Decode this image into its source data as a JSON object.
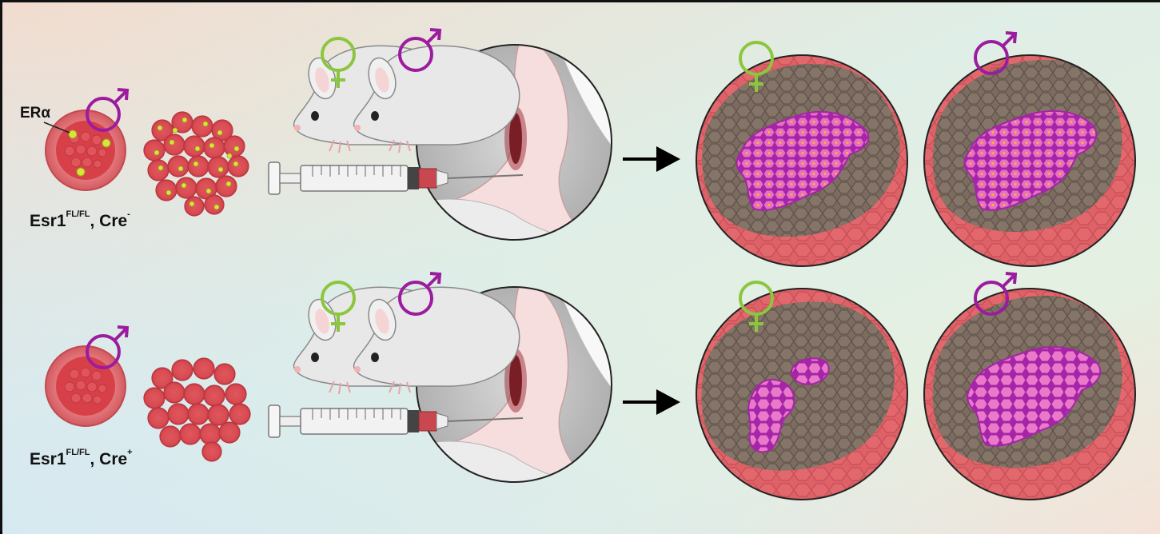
{
  "labels": {
    "era": "ERα",
    "genotype_top": {
      "base": "Esr1",
      "sup": "FL/FL",
      "mid": ", Cre",
      "sup2": "-"
    },
    "genotype_bottom": {
      "base": "Esr1",
      "sup": "FL/FL",
      "mid": ", Cre",
      "sup2": "+"
    }
  },
  "symbols": {
    "female": "female-symbol-icon",
    "male": "male-symbol-icon"
  },
  "rows": [
    {
      "genotype": "Cre-",
      "cells_show_era": true,
      "outcome_female": "large-tumor",
      "outcome_male": "large-tumor",
      "tumor_style": "era-positive"
    },
    {
      "genotype": "Cre+",
      "cells_show_era": false,
      "outcome_female": "small-tumor",
      "outcome_male": "large-tumor",
      "tumor_style": "era-negative"
    }
  ],
  "colors": {
    "female": "#8cc63f",
    "male": "#9b1c9e",
    "era_dot": "#d8e63a",
    "cell_red": "#d94a52",
    "tissue_red": "#d95a5f",
    "tumor_gray": "#7a6a5e",
    "tumor_pink": "#e96bc1",
    "mouse": "#e8e8e8",
    "arrow": "#000000"
  }
}
